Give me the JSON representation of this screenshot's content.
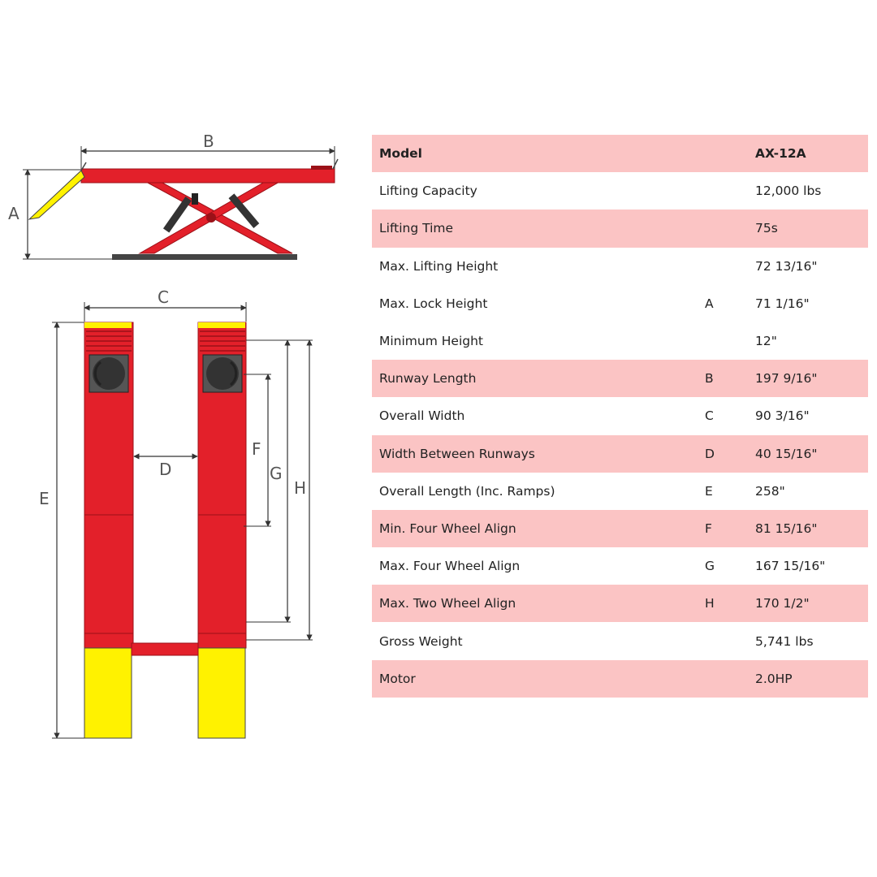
{
  "diagram": {
    "labels": {
      "a": "A",
      "b": "B",
      "c": "C",
      "d": "D",
      "e": "E",
      "f": "F",
      "g": "G",
      "h": "H"
    },
    "colors": {
      "frame": "#e3202a",
      "ramp": "#fff200",
      "base": "#444444",
      "dim_line": "#333333"
    }
  },
  "specs": {
    "header": {
      "label": "Model",
      "value": "AX-12A"
    },
    "rows": [
      {
        "label": "Lifting Capacity",
        "key": "",
        "value": "12,000 lbs"
      },
      {
        "label": "Lifting Time",
        "key": "",
        "value": "75s"
      },
      {
        "label": "Max. Lifting Height",
        "key": "",
        "value": "72 13/16\""
      },
      {
        "label": "Max. Lock Height",
        "key": "A",
        "value": "71 1/16\""
      },
      {
        "label": "Minimum Height",
        "key": "",
        "value": "12\""
      },
      {
        "label": "Runway Length",
        "key": "B",
        "value": "197 9/16\""
      },
      {
        "label": "Overall Width",
        "key": "C",
        "value": "90 3/16\""
      },
      {
        "label": "Width Between Runways",
        "key": "D",
        "value": "40 15/16\""
      },
      {
        "label": "Overall Length (Inc. Ramps)",
        "key": "E",
        "value": "258\""
      },
      {
        "label": "Min. Four Wheel Align",
        "key": "F",
        "value": "81 15/16\""
      },
      {
        "label": "Max. Four Wheel Align",
        "key": "G",
        "value": "167 15/16\""
      },
      {
        "label": "Max. Two Wheel Align",
        "key": "H",
        "value": "170 1/2\""
      },
      {
        "label": "Gross Weight",
        "key": "",
        "value": "5,741 lbs"
      },
      {
        "label": "Motor",
        "key": "",
        "value": "2.0HP"
      }
    ],
    "shaded_rows": [
      0,
      2,
      6,
      8,
      10,
      12,
      14
    ],
    "shade_color": "#fbc4c4"
  }
}
